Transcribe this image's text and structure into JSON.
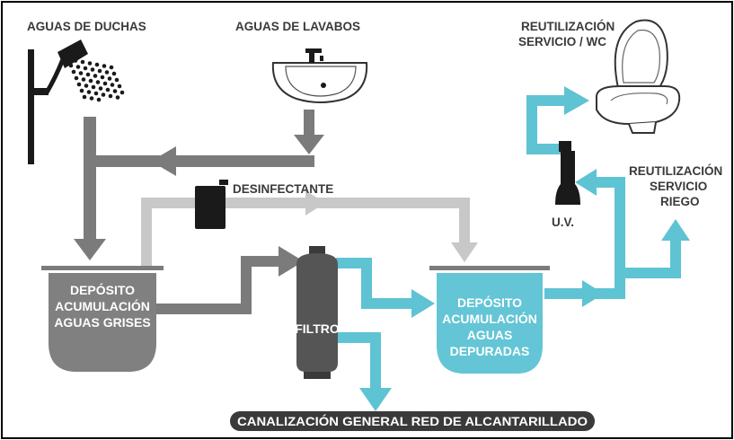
{
  "labels": {
    "showers": "AGUAS DE DUCHAS",
    "sinks": "AGUAS DE LAVABOS",
    "reuse_wc_line1": "REUTILIZACIÓN",
    "reuse_wc_line2": "SERVICIO / WC",
    "disinfectant": "DESINFECTANTE",
    "reuse_irrigation_line1": "REUTILIZACIÓN",
    "reuse_irrigation_line2": "SERVICIO",
    "reuse_irrigation_line3": "RIEGO",
    "uv": "U.V.",
    "filter": "FILTRO"
  },
  "grey_tank": {
    "line1": "DEPÓSITO",
    "line2": "ACUMULACIÓN",
    "line3": "AGUAS GRISES"
  },
  "clean_tank": {
    "line1": "DEPÓSITO",
    "line2": "ACUMULACIÓN",
    "line3": "AGUAS",
    "line4": "DEPURADAS"
  },
  "sewer_banner": "CANALIZACIÓN GENERAL RED DE ALCANTARILLADO",
  "colors": {
    "grey_pipe": "#7b7b7b",
    "light_pipe": "#c8c8c8",
    "clean_pipe": "#5ec3d3",
    "grey_tank": "#808080",
    "clean_tank": "#63c5d5",
    "dark": "#1a1a1a"
  }
}
